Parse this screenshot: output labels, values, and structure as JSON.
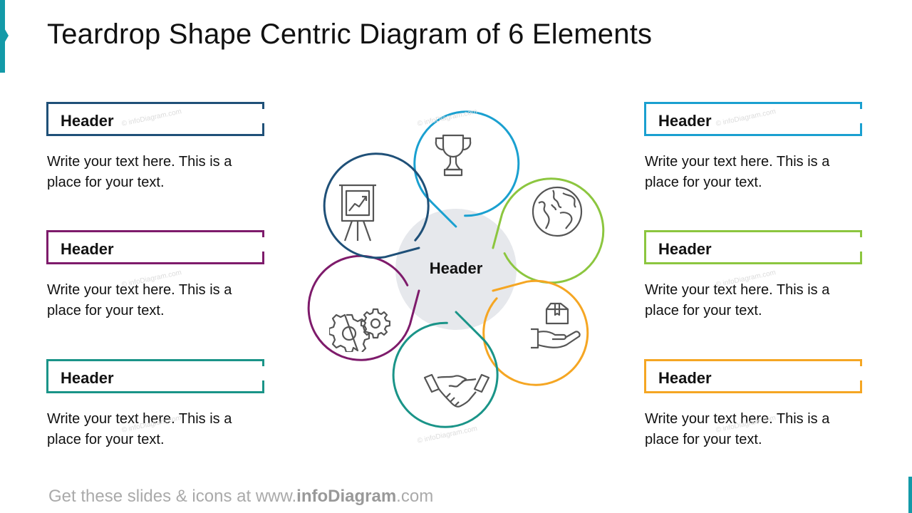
{
  "title": "Teardrop Shape Centric Diagram of 6 Elements",
  "center": {
    "label": "Header"
  },
  "colors": {
    "navy": "#1f5078",
    "purple": "#7e1b6b",
    "teal": "#1a9488",
    "blue": "#1aa0d0",
    "green": "#8cc63f",
    "orange": "#f5a623",
    "center_fill": "#e6e8ec",
    "accent": "#139aa8"
  },
  "items_left": [
    {
      "header": "Header",
      "text": "Write your text here. This is a place for your text."
    },
    {
      "header": "Header",
      "text": "Write your text here. This is a place for your text."
    },
    {
      "header": "Header",
      "text": "Write your text here. This is a place for your text."
    }
  ],
  "items_right": [
    {
      "header": "Header",
      "text": "Write your text here. This is a place for your text."
    },
    {
      "header": "Header",
      "text": "Write your text here. This is a place for your text."
    },
    {
      "header": "Header",
      "text": "Write your text here. This is a place for your text."
    }
  ],
  "petals": [
    {
      "icon": "trophy-icon",
      "color": "#1aa0d0"
    },
    {
      "icon": "globe-icon",
      "color": "#8cc63f"
    },
    {
      "icon": "box-in-hand-icon",
      "color": "#f5a623"
    },
    {
      "icon": "handshake-icon",
      "color": "#1a9488"
    },
    {
      "icon": "gears-icon",
      "color": "#7e1b6b"
    },
    {
      "icon": "presentation-board-icon",
      "color": "#1f5078"
    }
  ],
  "footer": {
    "prefix": "Get these slides & icons at www.",
    "brand": "infoDiagram",
    "suffix": ".com"
  },
  "watermark": "© infoDiagram.com"
}
